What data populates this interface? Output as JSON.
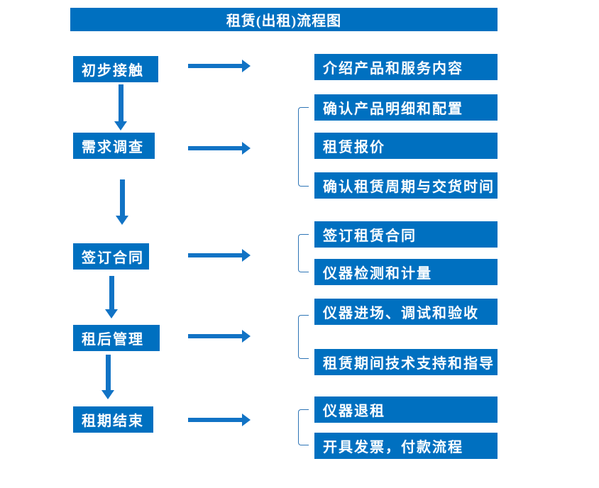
{
  "title": "租赁(出租)流程图",
  "colors": {
    "box_fill": "#0070C0",
    "arrow": "#1173C5",
    "bracket": "#2E75B6",
    "text": "#FFFFFF",
    "background": "#FFFFFF"
  },
  "stages": [
    {
      "label": "初步接触",
      "details": [
        "介绍产品和服务内容"
      ]
    },
    {
      "label": "需求调查",
      "details": [
        "确认产品明细和配置",
        "租赁报价",
        "确认租赁周期与交货时间"
      ]
    },
    {
      "label": "签订合同",
      "details": [
        "签订租赁合同",
        "仪器检测和计量"
      ]
    },
    {
      "label": "租后管理",
      "details": [
        "仪器进场、调试和验收",
        "租赁期间技术支持和指导"
      ]
    },
    {
      "label": "租期结束",
      "details": [
        "仪器退租",
        "开具发票，付款流程"
      ]
    }
  ]
}
